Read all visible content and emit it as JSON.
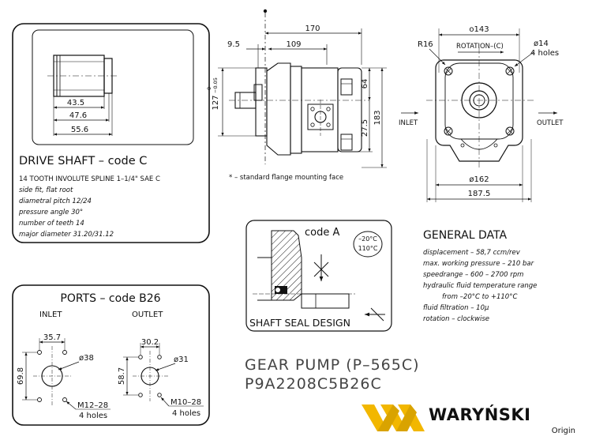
{
  "drive_shaft": {
    "dims": [
      "43.5",
      "47.6",
      "55.6"
    ],
    "title": "DRIVE SHAFT – code C",
    "specs": [
      "14 TOOTH INVOLUTE SPLINE 1–1/4\" SAE C",
      "side fit, flat root",
      "diametral pitch 12/24",
      "pressure angle 30°",
      "number of teeth 14",
      "major diameter 31.20/31.12"
    ]
  },
  "side_view": {
    "dim_170": "170",
    "dim_9_5": "9.5",
    "dim_109": "109",
    "dim_127": "127",
    "dim_127_tol_upper": "0",
    "dim_127_tol_lower": "−0.05",
    "dim_64": "64",
    "dim_183": "183",
    "dim_27_5": "27.5",
    "flange_note": "* – standard flange mounting face"
  },
  "front_view": {
    "dim_143": "o143",
    "r16": "R16",
    "rotation": "ROTATION–(C)",
    "d14": "ø14",
    "holes4": "4 holes",
    "inlet": "INLET",
    "outlet": "OUTLET",
    "d162": "ø162",
    "dim_187_5": "187.5"
  },
  "shaft_seal": {
    "code": "code A",
    "temp_low": "–20°C",
    "temp_high": "110°C",
    "label": "SHAFT SEAL DESIGN"
  },
  "general_data": {
    "title": "GENERAL DATA",
    "lines": [
      "displacement – 58,7 ccm/rev",
      "max. working pressure – 210 bar",
      "speedrange – 600 – 2700 rpm",
      "hydraulic fluid temperature range",
      "from –20°C to +110°C",
      "fluid filtration – 10µ",
      "rotation – clockwise"
    ]
  },
  "ports": {
    "title": "PORTS – code B26",
    "inlet": {
      "label": "INLET",
      "width": "35.7",
      "bore": "ø38",
      "height": "69.8",
      "thread": "M12–28",
      "holes": "4 holes"
    },
    "outlet": {
      "label": "OUTLET",
      "width": "30.2",
      "bore": "ø31",
      "height": "58.7",
      "thread": "M10–28",
      "holes": "4 holes"
    }
  },
  "product": {
    "name": "GEAR PUMP (P–565C)",
    "code": "P9A2208C5B26C"
  },
  "brand": {
    "name": "WARYŃSKI",
    "sub": "Origin",
    "color_yellow": "#f2b700",
    "color_text": "#111111"
  }
}
